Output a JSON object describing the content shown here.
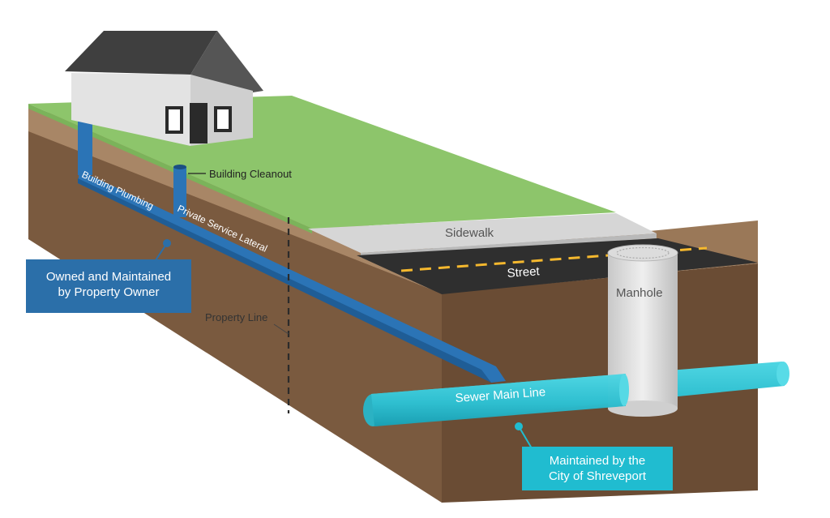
{
  "labels": {
    "building_cleanout": "Building Cleanout",
    "building_plumbing": "Building Plumbing",
    "private_service_lateral": "Private Service Lateral",
    "sidewalk": "Sidewalk",
    "street": "Street",
    "manhole": "Manhole",
    "property_line": "Property Line",
    "sewer_main_line": "Sewer Main Line"
  },
  "owner_box": {
    "line1": "Owned and Maintained",
    "line2": "by Property Owner"
  },
  "city_box": {
    "line1": "Maintained by the",
    "line2": "City of Shreveport"
  },
  "colors": {
    "grass": "#8dc56b",
    "soil_top": "#a88666",
    "soil_front": "#7a5a3f",
    "soil_side": "#6a4c34",
    "sidewalk": "#d6d6d6",
    "street": "#2f2f2f",
    "street_stripe": "#f5b82e",
    "private_pipe": "#2b74b6",
    "owner_box": "#2b6fa9",
    "sewer_main": "#3cc6d6",
    "city_box": "#20bcd0",
    "manhole": "#e4e4e4",
    "house_wall": "#e3e3e3",
    "house_roof": "#4a4a4a"
  }
}
